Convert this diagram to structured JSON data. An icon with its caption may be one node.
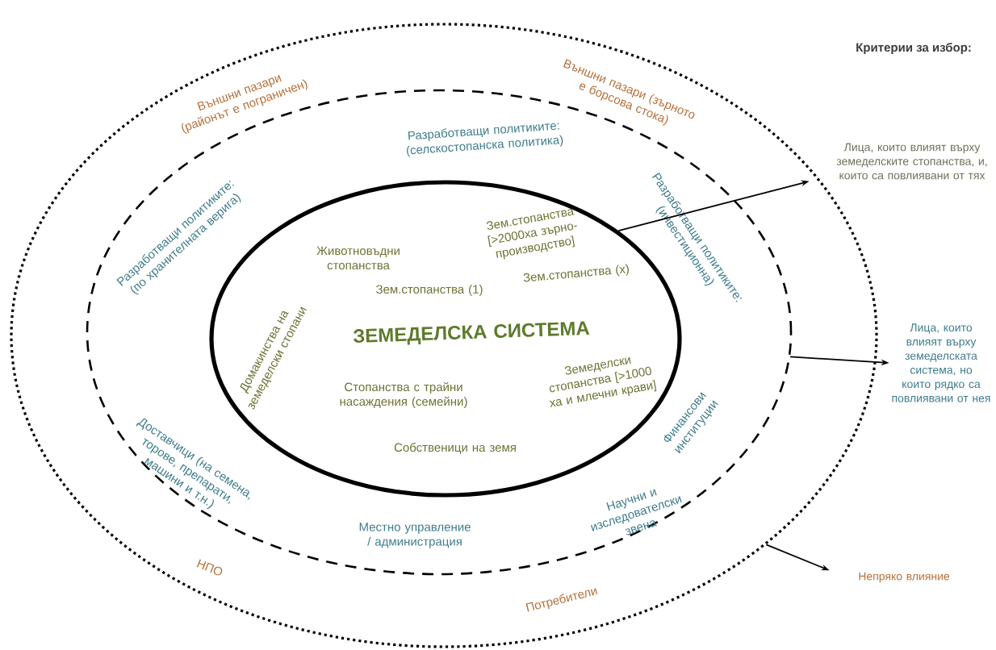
{
  "diagram": {
    "nodes": [
      {
        "text": [
          "Външни пазари (районът е пограничен)",
          "Външни пазари (зърното е борсова стока)",
          "НПО",
          "Потребители"
        ]
      },
      {
        "text": [
          "Разработващи политиките: (селскостопанска политика)",
          "Разработващи политиките: (по хранителната верига)",
          "Разработващи политиките: (инвестиционна)",
          "Доставчици (на семена, торове, препарати, машини и т.н.)",
          "Местно управление / администрация",
          "Научни и изследователски звена",
          "Финансови институции"
        ],
        "in": 0
      },
      {
        "text": [
          "Животновъдни стопанства",
          "Зем.стопанства [>2000ха зърно-производство]",
          "Зем.стопанства (1)",
          "Зем.стопанства (х)",
          "Домакинства на земеделски стопани",
          "ЗЕМЕДЕЛСКА СИСТЕМА",
          "Стопанства с трайни насаждения (семейни)",
          "Земеделски стопанства [>1000 ха и млечни крави]",
          "Собственици на земя"
        ],
        "in": 1
      },
      {
        "text": [
          "Лица, които влияят върху земеделските стопанства, и, които са повлиявани от тях"
        ]
      },
      {
        "text": [
          "Лица, които влияят върху земеделската система, но които рядко са повлиявани от нея"
        ]
      },
      {
        "text": [
          "Непряко влияние"
        ]
      }
    ],
    "edges": [
      {
        "from": 2,
        "to": 3,
        "arrow": "to"
      },
      {
        "from": 1,
        "to": 4,
        "arrow": "to"
      },
      {
        "from": 0,
        "to": 5,
        "arrow": "to"
      }
    ],
    "labels": [
      "Критерии за избор:"
    ]
  }
}
